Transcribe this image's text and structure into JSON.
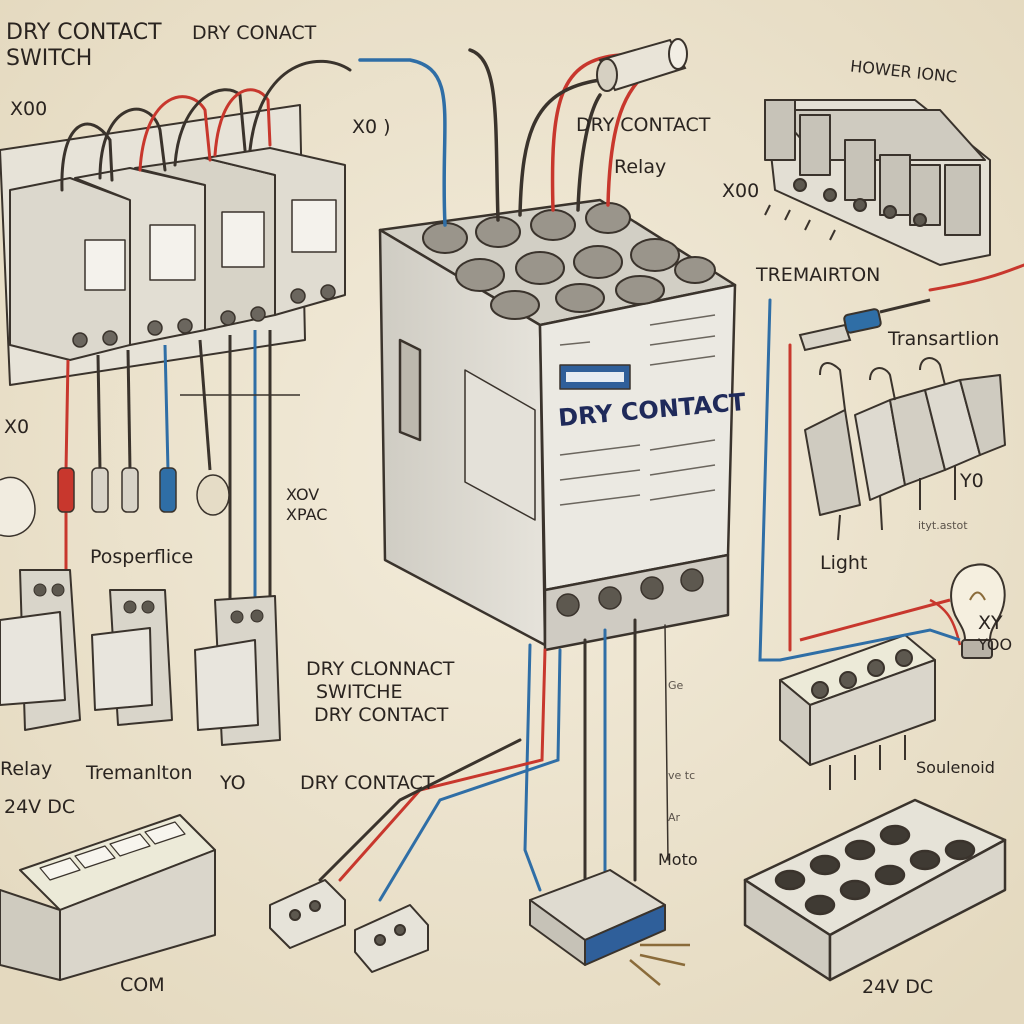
{
  "colors": {
    "paper": "#efe6d2",
    "ink": "#2a2420",
    "body_light": "#dcdad4",
    "body_mid": "#c4c1b8",
    "body_dark": "#9a968c",
    "wire_red": "#c8372d",
    "wire_blue": "#2f6ea6",
    "label_blue": "#2f5f9a"
  },
  "labels": {
    "top_left_title_1": "DRY CONTACT",
    "top_left_title_2": "SWITCH",
    "top_dry_conact": "DRY CONACT",
    "x00_left": "X00",
    "x0_top": "X0 )",
    "dry_contact_top": "DRY CONTACT",
    "relay_top": "Relay",
    "hower_ionc": "HOWER IONC",
    "x00_right": "X00",
    "tremairton": "TREMAIRTON",
    "transartion": "Transartlion",
    "x0_left_mid": "X0",
    "xov": "XOV",
    "xpac": "XPAC",
    "posperfice": "Posperflice",
    "dry_contact_main": "DRY CONTACT",
    "light": "Light",
    "y0_right": "Y0",
    "dry_clonnact": "DRY CLONNACT",
    "switche": "SWITCHE",
    "dry_contact_mid": "DRY CONTACT",
    "xy": "XY",
    "y00": "YOO",
    "relay_bottom": "Relay",
    "tremaniton": "Tremanlton",
    "y0_bottom": "YO",
    "dry_contact_bottom": "DRY CONTACT",
    "soulenoid": "Soulenoid",
    "v24_left": "24V DC",
    "moto": "Moto",
    "com": "COM",
    "v24_right": "24V DC"
  },
  "faint_labels": {
    "ge": "Ge",
    "ve_tc": "ve tc",
    "ar": "Ar",
    "small_right": "ityt.astot"
  }
}
